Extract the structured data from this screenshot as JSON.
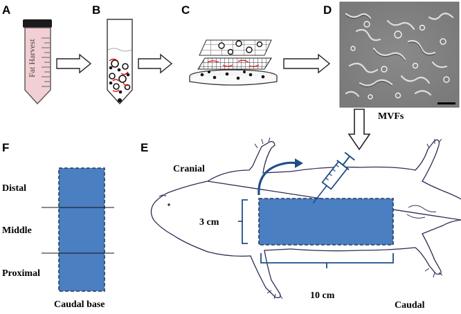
{
  "panels": {
    "a": "A",
    "b": "B",
    "c": "C",
    "d": "D",
    "e": "E",
    "f": "F"
  },
  "tube_label": "Fat Harvest",
  "micrograph_label": "MVFs",
  "panel_f": {
    "zones": [
      "Distal",
      "Middle",
      "Proximal"
    ],
    "base_label": "Caudal base"
  },
  "panel_e": {
    "cranial": "Cranial",
    "caudal": "Caudal",
    "width_label": "3 cm",
    "length_label": "10 cm"
  },
  "colors": {
    "graft_blue": "#4a7fc1",
    "arrow_blue": "#1f4e86",
    "outline": "#2b2b55"
  }
}
